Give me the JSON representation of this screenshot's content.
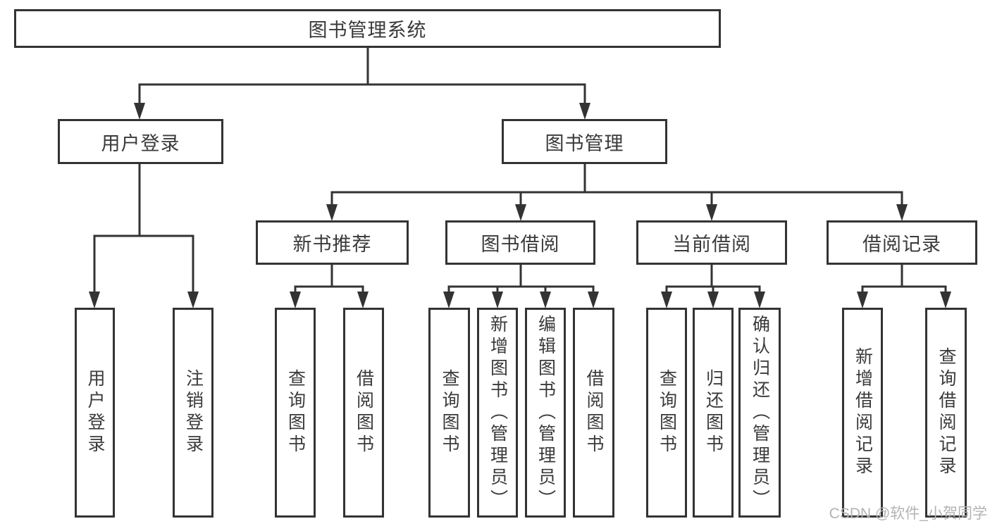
{
  "diagram": {
    "root": {
      "label": "图书管理系统"
    },
    "user_login": {
      "label": "用户登录",
      "children": {
        "login": {
          "label": "用户登录"
        },
        "logout": {
          "label": "注销登录"
        }
      }
    },
    "book_mgmt": {
      "label": "图书管理",
      "children": {
        "new_books": {
          "label": "新书推荐",
          "children": {
            "query_books": {
              "label": "查询图书"
            },
            "borrow_books": {
              "label": "借阅图书"
            }
          }
        },
        "book_borrowing": {
          "label": "图书借阅",
          "children": {
            "query_books": {
              "label": "查询图书"
            },
            "add_books": {
              "label": "新增图书（管理员）"
            },
            "edit_books": {
              "label": "编辑图书（管理员）"
            },
            "borrow_books": {
              "label": "借阅图书"
            }
          }
        },
        "current_borrowing": {
          "label": "当前借阅",
          "children": {
            "query_books": {
              "label": "查询图书"
            },
            "return_books": {
              "label": "归还图书"
            },
            "confirm_return": {
              "label": "确认归还（管理员）"
            }
          }
        },
        "borrow_records": {
          "label": "借阅记录",
          "children": {
            "add_record": {
              "label": "新增借阅记录"
            },
            "query_record": {
              "label": "查询借阅记录"
            }
          }
        }
      }
    }
  },
  "watermark": {
    "text": "CSDN @软件_小贺同学"
  },
  "colors": {
    "line": "#333333",
    "box_border": "#333333",
    "box_fill": "#ffffff",
    "text": "#3a3a3a",
    "watermark": "#b3b3b3"
  }
}
